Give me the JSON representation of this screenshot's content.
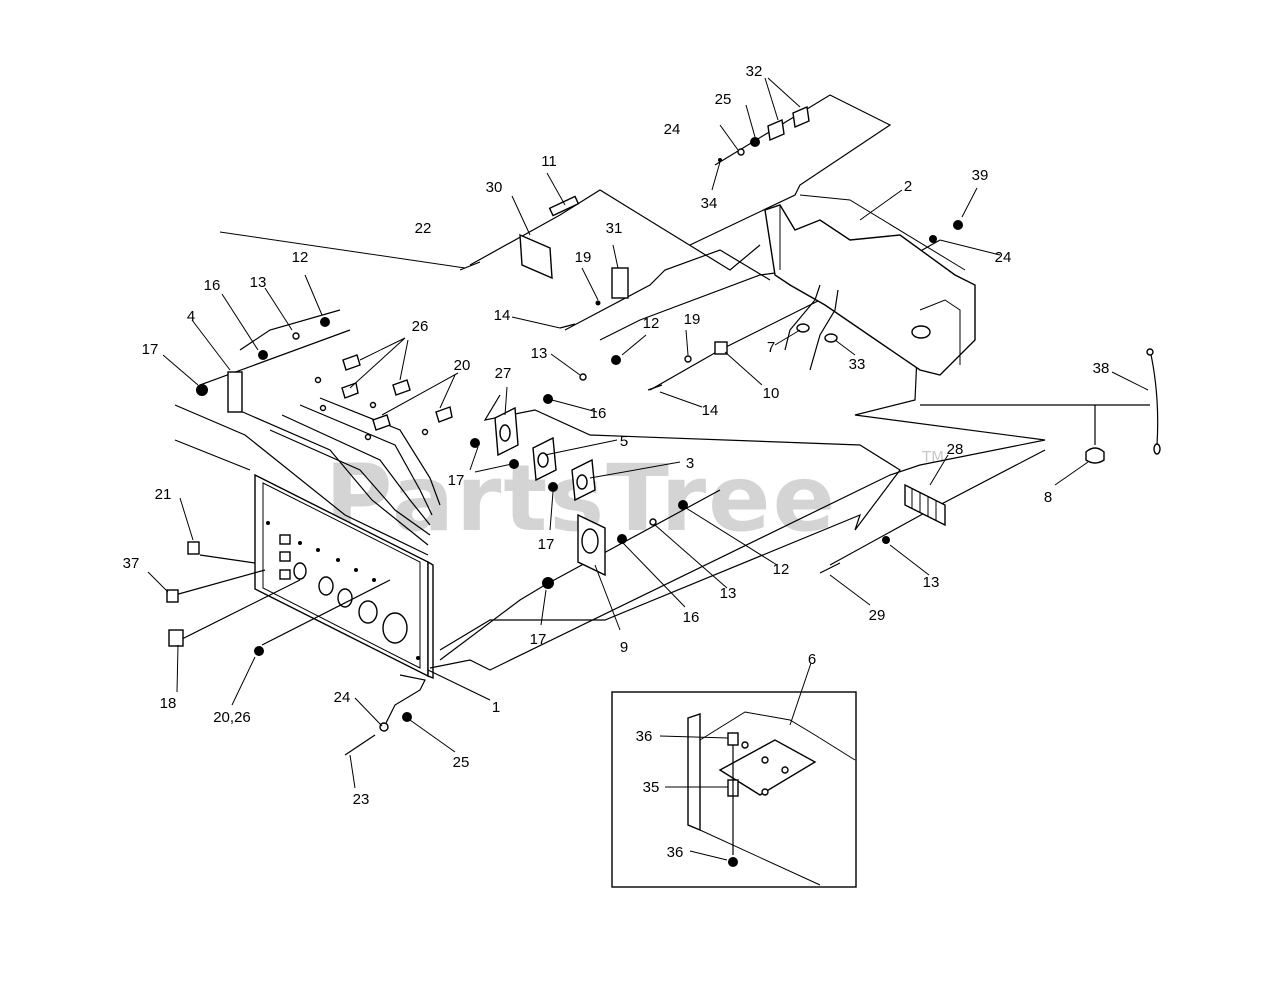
{
  "watermark": {
    "text": "PartsTree",
    "trademark": "TM"
  },
  "callouts": [
    {
      "id": "c1",
      "text": "1"
    },
    {
      "id": "c2",
      "text": "2"
    },
    {
      "id": "c3",
      "text": "3"
    },
    {
      "id": "c4",
      "text": "4"
    },
    {
      "id": "c5",
      "text": "5"
    },
    {
      "id": "c6",
      "text": "6"
    },
    {
      "id": "c7",
      "text": "7"
    },
    {
      "id": "c8",
      "text": "8"
    },
    {
      "id": "c9",
      "text": "9"
    },
    {
      "id": "c10",
      "text": "10"
    },
    {
      "id": "c11",
      "text": "11"
    },
    {
      "id": "c12a",
      "text": "12"
    },
    {
      "id": "c12b",
      "text": "12"
    },
    {
      "id": "c12c",
      "text": "12"
    },
    {
      "id": "c13a",
      "text": "13"
    },
    {
      "id": "c13b",
      "text": "13"
    },
    {
      "id": "c13c",
      "text": "13"
    },
    {
      "id": "c13d",
      "text": "13"
    },
    {
      "id": "c14a",
      "text": "14"
    },
    {
      "id": "c14b",
      "text": "14"
    },
    {
      "id": "c16a",
      "text": "16"
    },
    {
      "id": "c16b",
      "text": "16"
    },
    {
      "id": "c16c",
      "text": "16"
    },
    {
      "id": "c17a",
      "text": "17"
    },
    {
      "id": "c17b",
      "text": "17"
    },
    {
      "id": "c17c",
      "text": "17"
    },
    {
      "id": "c17d",
      "text": "17"
    },
    {
      "id": "c18",
      "text": "18"
    },
    {
      "id": "c19a",
      "text": "19"
    },
    {
      "id": "c19b",
      "text": "19"
    },
    {
      "id": "c20",
      "text": "20"
    },
    {
      "id": "c2026",
      "text": "20,26"
    },
    {
      "id": "c21",
      "text": "21"
    },
    {
      "id": "c22",
      "text": "22"
    },
    {
      "id": "c23",
      "text": "23"
    },
    {
      "id": "c24a",
      "text": "24"
    },
    {
      "id": "c24b",
      "text": "24"
    },
    {
      "id": "c24c",
      "text": "24"
    },
    {
      "id": "c25a",
      "text": "25"
    },
    {
      "id": "c25b",
      "text": "25"
    },
    {
      "id": "c26",
      "text": "26"
    },
    {
      "id": "c27",
      "text": "27"
    },
    {
      "id": "c28",
      "text": "28"
    },
    {
      "id": "c29",
      "text": "29"
    },
    {
      "id": "c30",
      "text": "30"
    },
    {
      "id": "c31",
      "text": "31"
    },
    {
      "id": "c32",
      "text": "32"
    },
    {
      "id": "c33",
      "text": "33"
    },
    {
      "id": "c34",
      "text": "34"
    },
    {
      "id": "c35",
      "text": "35"
    },
    {
      "id": "c36a",
      "text": "36"
    },
    {
      "id": "c36b",
      "text": "36"
    },
    {
      "id": "c37",
      "text": "37"
    },
    {
      "id": "c38",
      "text": "38"
    },
    {
      "id": "c39",
      "text": "39"
    }
  ]
}
